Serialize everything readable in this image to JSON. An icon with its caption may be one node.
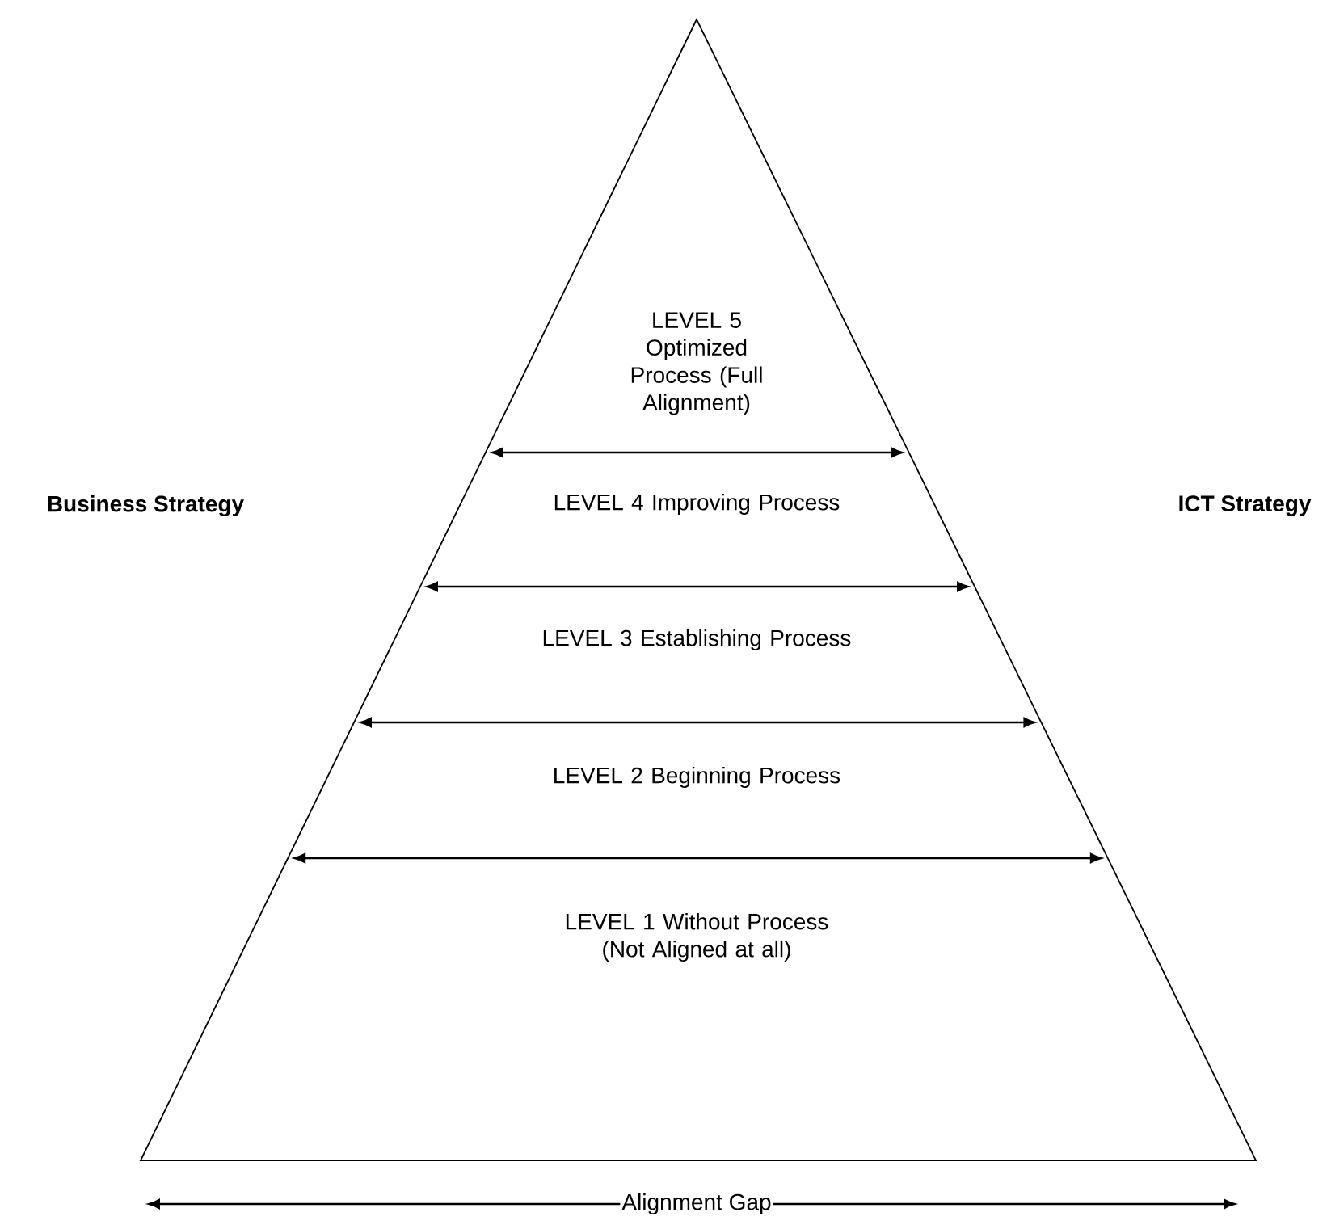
{
  "diagram": {
    "nodes": [
      {
        "text": [
          "LEVEL 5 Optimized Process (Full Alignment)",
          "LEVEL 4 Improving Process",
          "LEVEL 3 Establishing Process",
          "LEVEL 2 Beginning Process",
          "LEVEL 1 Without Process (Not Aligned at all)"
        ]
      }
    ],
    "labels": [
      "Business Strategy",
      "ICT Strategy",
      "Alignment Gap"
    ]
  }
}
